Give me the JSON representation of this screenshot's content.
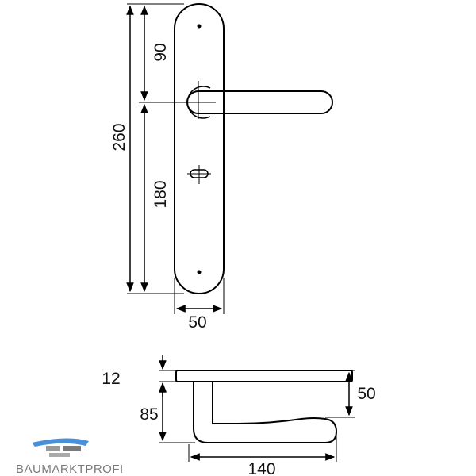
{
  "front_view": {
    "dim_total_height": "260",
    "dim_top_to_handle": "90",
    "dim_handle_to_bottom": "180",
    "dim_plate_width": "50"
  },
  "side_view": {
    "dim_rose_thickness": "12",
    "dim_handle_drop": "85",
    "dim_handle_height": "50",
    "dim_handle_length": "140"
  },
  "brand": {
    "logo_text": "BAUMARKTPROFI",
    "logo_colors": [
      "#4a90d9",
      "#8a8a8a"
    ]
  },
  "colors": {
    "line": "#000000",
    "background": "#ffffff"
  }
}
